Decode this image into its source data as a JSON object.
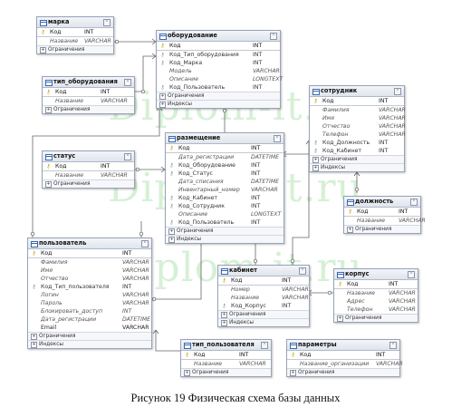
{
  "watermark": "Diplom-it.ru",
  "caption": "Рисунок 19 Физическая схема базы данных",
  "sections": {
    "constraints": "Ограничения",
    "indexes": "Индексы"
  },
  "tables": [
    {
      "name": "марка",
      "columns": [
        {
          "kind": "pk",
          "name": "Код",
          "type": "INT"
        },
        {
          "kind": "it",
          "name": "Название",
          "type": "VARCHAR"
        }
      ]
    },
    {
      "name": "оборудование",
      "columns": [
        {
          "kind": "pk",
          "name": "Код",
          "type": "INT"
        },
        {
          "kind": "fk",
          "name": "Код_Тип_оборудования",
          "type": "INT"
        },
        {
          "kind": "fk",
          "name": "Код_Марка",
          "type": "INT"
        },
        {
          "kind": "it",
          "name": "Модель",
          "type": "VARCHAR"
        },
        {
          "kind": "it",
          "name": "Описание",
          "type": "LONGTEXT"
        },
        {
          "kind": "fk",
          "name": "Код_Пользователь",
          "type": "INT"
        }
      ]
    },
    {
      "name": "тип_оборудования",
      "columns": [
        {
          "kind": "pk",
          "name": "Код",
          "type": "INT"
        },
        {
          "kind": "it",
          "name": "Название",
          "type": "VARCHAR"
        }
      ]
    },
    {
      "name": "сотрудник",
      "columns": [
        {
          "kind": "pk",
          "name": "Код",
          "type": "INT"
        },
        {
          "kind": "it",
          "name": "Фамилия",
          "type": "VARCHAR"
        },
        {
          "kind": "it",
          "name": "Имя",
          "type": "VARCHAR"
        },
        {
          "kind": "it",
          "name": "Отчество",
          "type": "VARCHAR"
        },
        {
          "kind": "it",
          "name": "Телефон",
          "type": "VARCHAR"
        },
        {
          "kind": "fk",
          "name": "Код_Должность",
          "type": "INT"
        },
        {
          "kind": "fk",
          "name": "Код_Кабинет",
          "type": "INT"
        }
      ]
    },
    {
      "name": "статус",
      "columns": [
        {
          "kind": "pk",
          "name": "Код",
          "type": "INT"
        },
        {
          "kind": "it",
          "name": "Название",
          "type": "VARCHAR"
        }
      ]
    },
    {
      "name": "размещение",
      "columns": [
        {
          "kind": "pk",
          "name": "Код",
          "type": "INT"
        },
        {
          "kind": "it",
          "name": "Дата_регистрации",
          "type": "DATETIME"
        },
        {
          "kind": "fk",
          "name": "Код_Оборудование",
          "type": "INT"
        },
        {
          "kind": "fk",
          "name": "Код_Статус",
          "type": "INT"
        },
        {
          "kind": "it",
          "name": "Дата_списания",
          "type": "DATETIME"
        },
        {
          "kind": "it",
          "name": "Инвентарный_номер",
          "type": "VARCHAR"
        },
        {
          "kind": "fk",
          "name": "Код_Кабинет",
          "type": "INT"
        },
        {
          "kind": "fk",
          "name": "Код_Сотрудник",
          "type": "INT"
        },
        {
          "kind": "it",
          "name": "Описание",
          "type": "LONGTEXT"
        },
        {
          "kind": "fk",
          "name": "Код_Пользователь",
          "type": "INT"
        }
      ]
    },
    {
      "name": "должность",
      "columns": [
        {
          "kind": "pk",
          "name": "Код",
          "type": "INT"
        },
        {
          "kind": "it",
          "name": "Название",
          "type": "VARCHAR"
        }
      ]
    },
    {
      "name": "пользователь",
      "columns": [
        {
          "kind": "pk",
          "name": "Код",
          "type": "INT"
        },
        {
          "kind": "it",
          "name": "Фамилия",
          "type": "VARCHAR"
        },
        {
          "kind": "it",
          "name": "Имя",
          "type": "VARCHAR"
        },
        {
          "kind": "it",
          "name": "Отчество",
          "type": "VARCHAR"
        },
        {
          "kind": "fk",
          "name": "Код_Тип_пользователя",
          "type": "INT"
        },
        {
          "kind": "it",
          "name": "Логин",
          "type": "VARCHAR"
        },
        {
          "kind": "it",
          "name": "Пароль",
          "type": "VARCHAR"
        },
        {
          "kind": "it",
          "name": "Блокировать_доступ",
          "type": "INT"
        },
        {
          "kind": "it",
          "name": "Дата_регистрации",
          "type": "DATETIME"
        },
        {
          "kind": "pl",
          "name": "Email",
          "type": "VARCHAR"
        }
      ]
    },
    {
      "name": "кабинет",
      "columns": [
        {
          "kind": "pk",
          "name": "Код",
          "type": "INT"
        },
        {
          "kind": "it",
          "name": "Номер",
          "type": "VARCHAR"
        },
        {
          "kind": "it",
          "name": "Название",
          "type": "VARCHAR"
        },
        {
          "kind": "fk",
          "name": "Код_Корпус",
          "type": "INT"
        }
      ]
    },
    {
      "name": "корпус",
      "columns": [
        {
          "kind": "pk",
          "name": "Код",
          "type": "INT"
        },
        {
          "kind": "it",
          "name": "Название",
          "type": "VARCHAR"
        },
        {
          "kind": "it",
          "name": "Адрес",
          "type": "VARCHAR"
        },
        {
          "kind": "it",
          "name": "Телефон",
          "type": "VARCHAR"
        }
      ]
    },
    {
      "name": "тип_пользователя",
      "columns": [
        {
          "kind": "pk",
          "name": "Код",
          "type": "INT"
        },
        {
          "kind": "it",
          "name": "Название",
          "type": "VARCHAR"
        }
      ]
    },
    {
      "name": "параметры",
      "columns": [
        {
          "kind": "pk",
          "name": "Код",
          "type": "INT"
        },
        {
          "kind": "it",
          "name": "Название_организации",
          "type": "VARCHAR"
        }
      ]
    }
  ]
}
